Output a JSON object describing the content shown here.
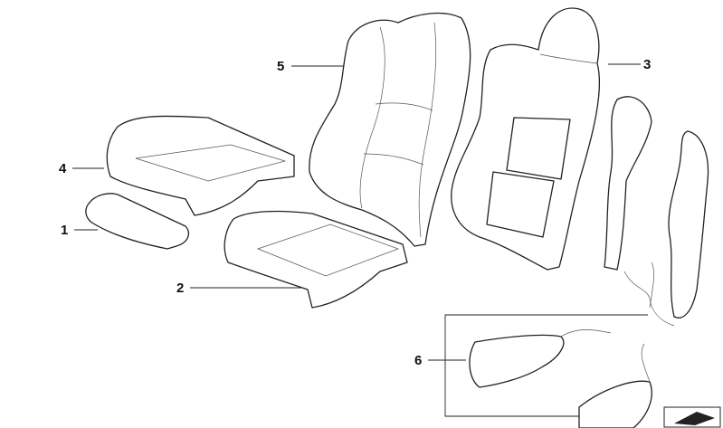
{
  "callouts": [
    {
      "id": "5",
      "text": "5"
    },
    {
      "id": "3",
      "text": "3"
    },
    {
      "id": "4",
      "text": "4"
    },
    {
      "id": "1",
      "text": "1"
    },
    {
      "id": "2",
      "text": "2"
    },
    {
      "id": "6",
      "text": "6"
    }
  ],
  "colors": {
    "line": "#222222",
    "background": "#ffffff"
  }
}
